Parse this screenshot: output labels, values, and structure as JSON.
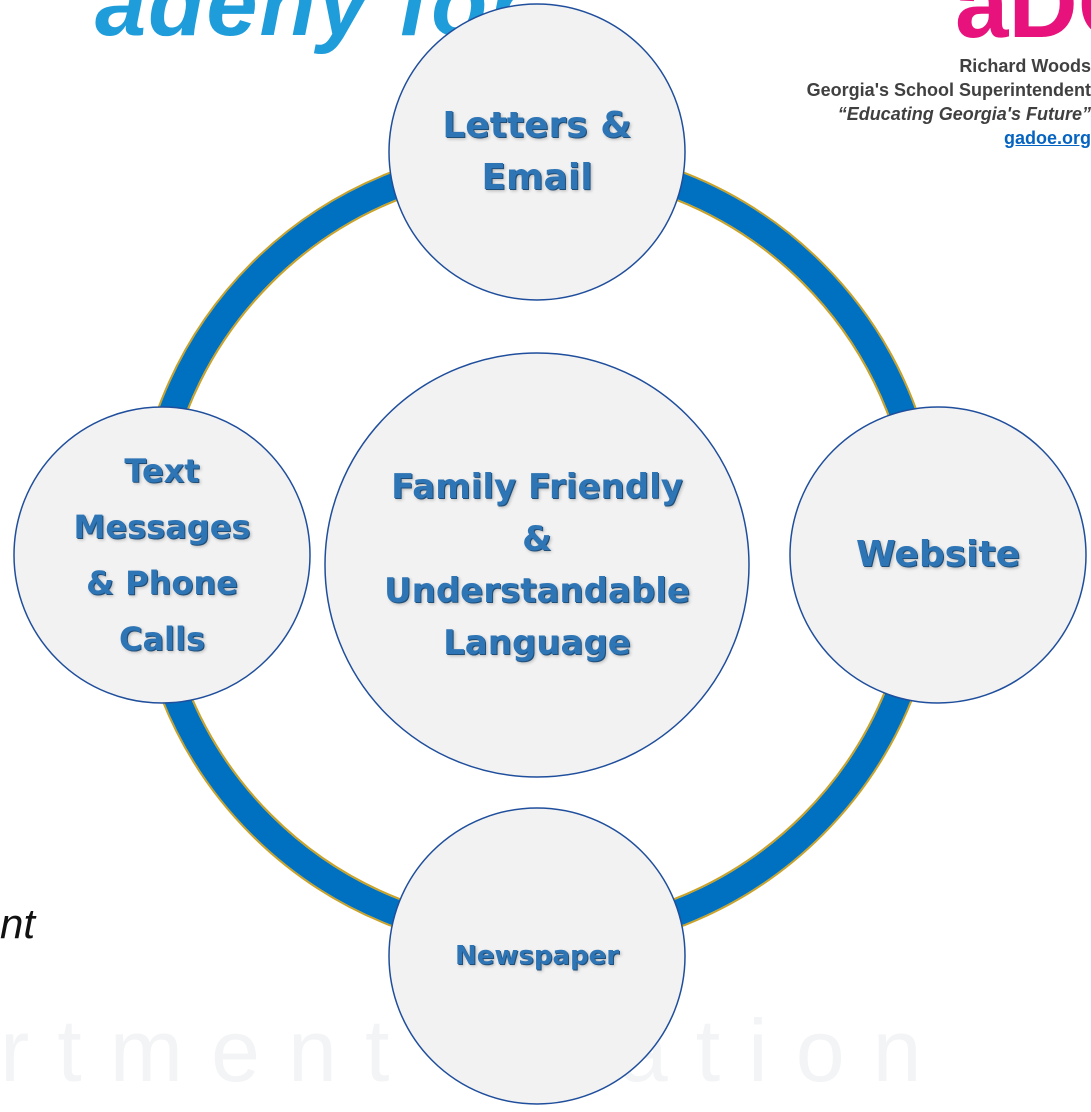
{
  "header": {
    "title_fragment": "adeny for",
    "logo_fragment": "aDOE",
    "name": "Richard Woods",
    "role": "Georgia's School Superintendent",
    "motto": "“Educating Georgia's Future”",
    "link": "gadoe.org"
  },
  "left_fragment": "nt",
  "watermark": "rtment   ucation",
  "diagram": {
    "center": "Family Friendly\n&\nUnderstandable\nLanguage",
    "top": "Letters &\nEmail",
    "left": "Text\nMessages\n& Phone\nCalls",
    "right": "Website",
    "bottom": "Newspaper"
  },
  "colors": {
    "ring": "#0070c0",
    "ring_edge": "#c9a227",
    "circle_fill": "#f2f2f2",
    "circle_stroke": "#1f4e9c",
    "label": "#2e75b6",
    "title": "#1f9ddb",
    "logo": "#e8127c"
  }
}
